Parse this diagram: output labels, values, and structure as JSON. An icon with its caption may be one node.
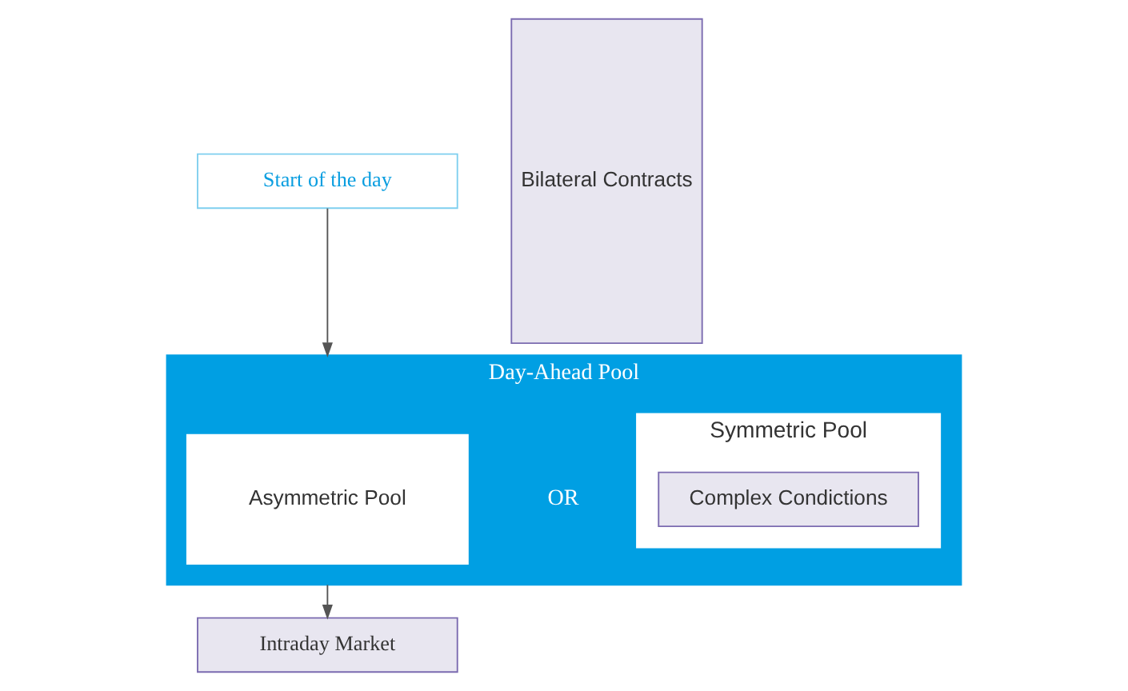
{
  "diagram": {
    "nodes": [
      {
        "text": [
          "Start of the day"
        ]
      },
      {
        "text": [
          "Day-Ahead Pool"
        ]
      },
      {
        "text": [
          "Asymmetric Pool"
        ],
        "in": 1
      },
      {
        "text": [
          "Symmetric Pool"
        ],
        "in": 1
      },
      {
        "text": [
          "Complex Condictions"
        ],
        "in": 3
      },
      {
        "text": [
          "Intraday Market"
        ]
      },
      {
        "text": [
          "Bilateral Contracts"
        ]
      }
    ],
    "edges": [
      {
        "from": 0,
        "to": 1,
        "arrow": "to"
      },
      {
        "from": 1,
        "to": 5,
        "arrow": "to"
      }
    ],
    "labels": [
      "OR"
    ]
  }
}
